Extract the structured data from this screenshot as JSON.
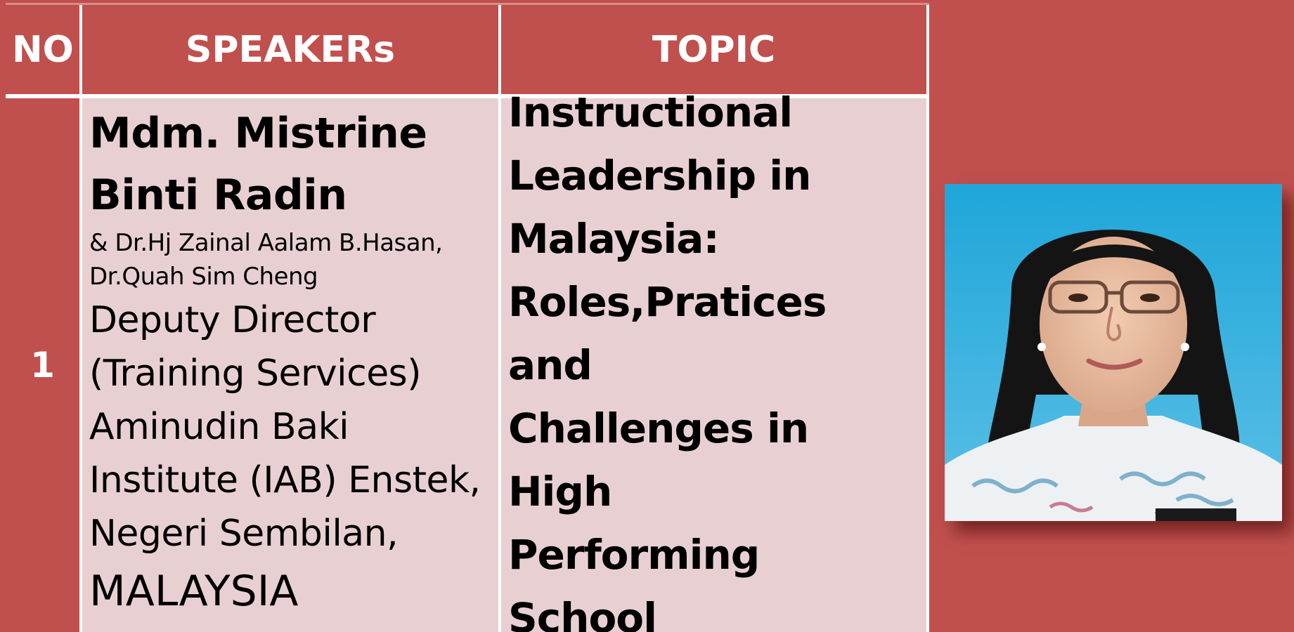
{
  "table": {
    "headers": {
      "no": "NO",
      "speakers": "SPEAKERs",
      "topic": "TOPIC"
    },
    "rows": [
      {
        "no": "1",
        "speaker_name_line1": "Mdm. Mistrine",
        "speaker_name_line2": "Binti Radin",
        "co_speakers_line1": "& Dr.Hj Zainal Aalam B.Hasan,",
        "co_speakers_line2": "Dr.Quah Sim Cheng",
        "role_line1": "Deputy Director",
        "role_line2": "(Training Services)",
        "role_line3": "Aminudin Baki",
        "role_line4": "Institute (IAB) Enstek,",
        "role_line5": "Negeri Sembilan,",
        "country": "MALAYSIA",
        "topic_line1": "Instructional",
        "topic_line2": "Leadership in",
        "topic_line3": "Malaysia:",
        "topic_line4": "Roles,Pratices and",
        "topic_line5": "Challenges in High",
        "topic_line6": "Performing School"
      }
    ]
  },
  "photo": {
    "subject": "speaker-portrait"
  },
  "colors": {
    "header_red": "#c0504d",
    "cell_pink": "#e8d0d2",
    "border_white": "#ffffff"
  }
}
